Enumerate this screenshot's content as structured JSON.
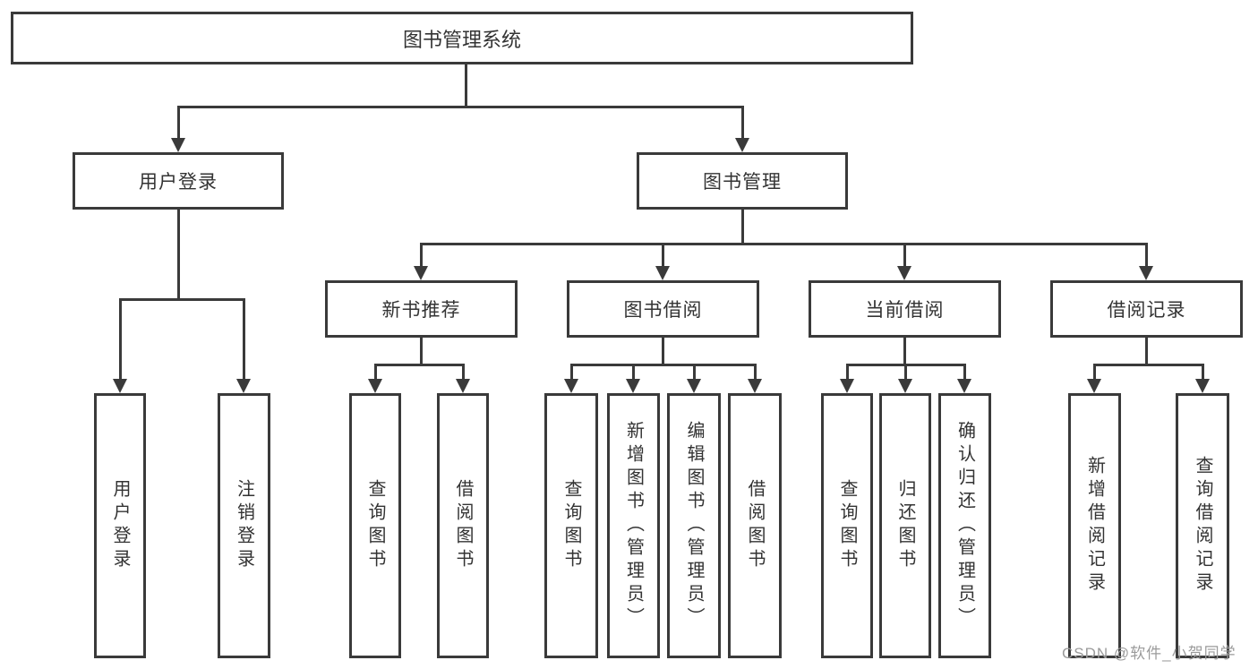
{
  "title": "图书管理系统",
  "tree": {
    "root": {
      "label": "图书管理系统"
    },
    "branches": [
      {
        "label": "用户登录",
        "children": [
          {
            "label": "用户登录"
          },
          {
            "label": "注销登录"
          }
        ]
      },
      {
        "label": "图书管理",
        "children": [
          {
            "label": "新书推荐",
            "children": [
              {
                "label": "查询图书"
              },
              {
                "label": "借阅图书"
              }
            ]
          },
          {
            "label": "图书借阅",
            "children": [
              {
                "label": "查询图书"
              },
              {
                "label": "新增图书（管理员）"
              },
              {
                "label": "编辑图书（管理员）"
              },
              {
                "label": "借阅图书"
              }
            ]
          },
          {
            "label": "当前借阅",
            "children": [
              {
                "label": "查询图书"
              },
              {
                "label": "归还图书"
              },
              {
                "label": "确认归还（管理员）"
              }
            ]
          },
          {
            "label": "借阅记录",
            "children": [
              {
                "label": "新增借阅记录"
              },
              {
                "label": "查询借阅记录"
              }
            ]
          }
        ]
      }
    ]
  },
  "watermark": "CSDN @软件_小贺同学",
  "colors": {
    "line": "#3a3a3a",
    "text": "#333333",
    "watermark": "#9b9b9b",
    "background": "#ffffff"
  }
}
